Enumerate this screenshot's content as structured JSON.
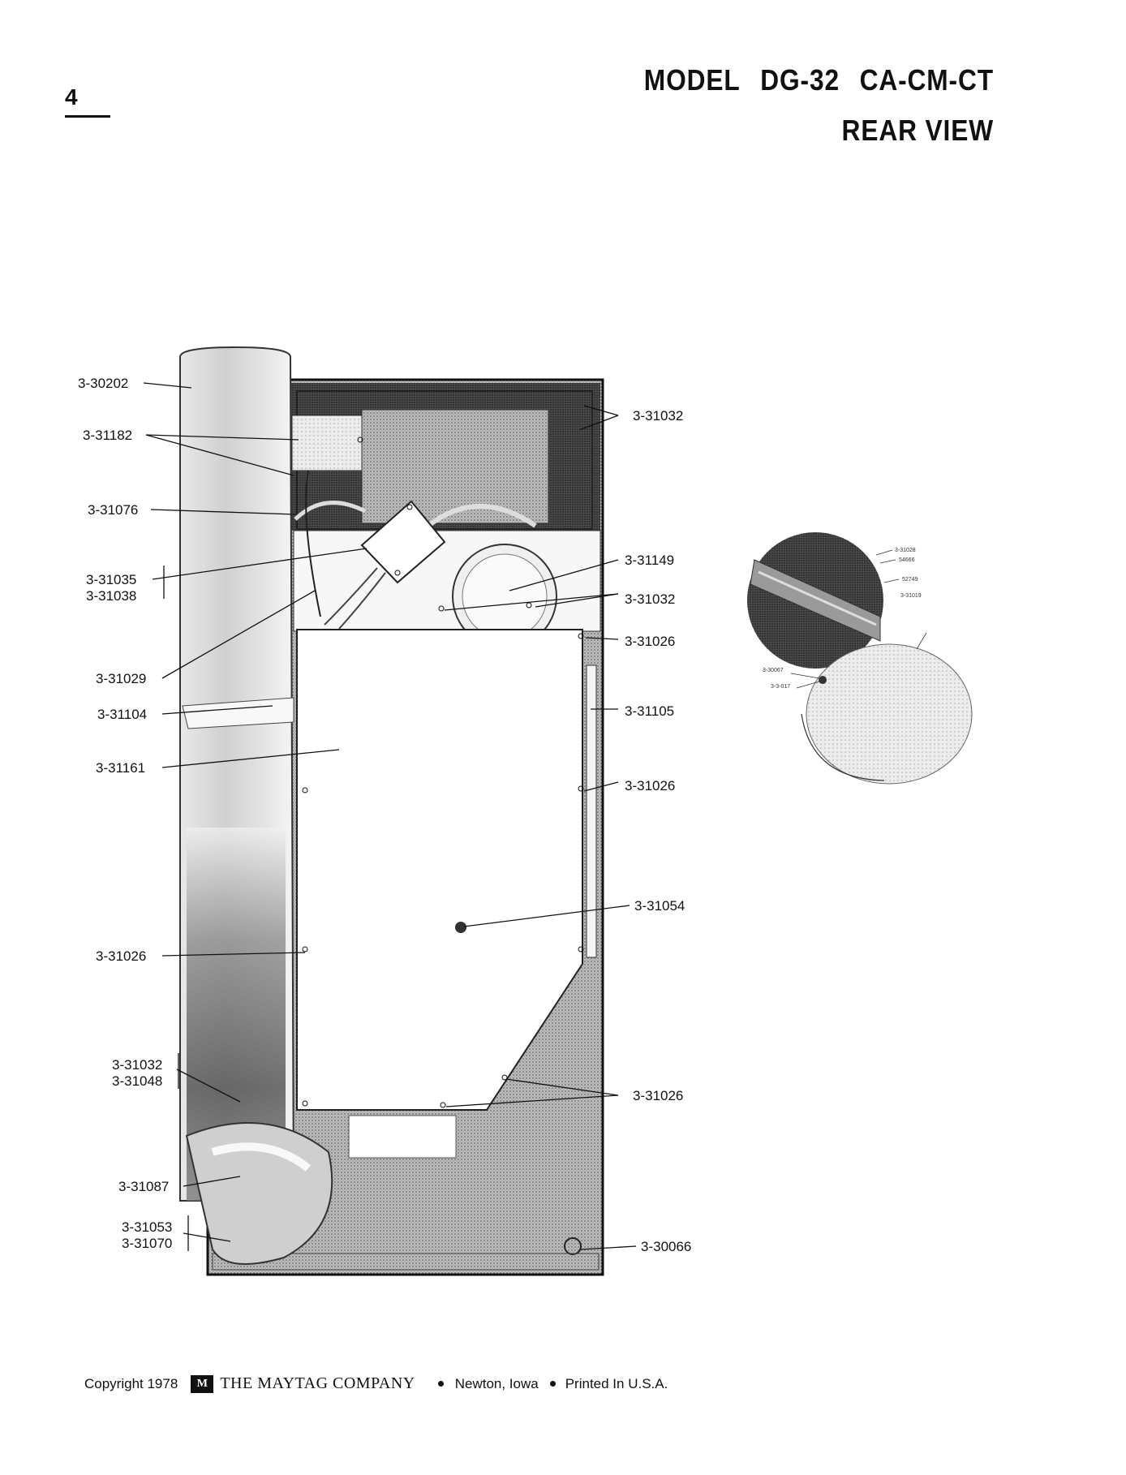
{
  "page_number": "4",
  "title": {
    "line1a": "MODEL",
    "line1b": "DG-32",
    "line1c": "CA-CM-CT",
    "line2": "REAR VIEW"
  },
  "labels": {
    "l30202": "3-30202",
    "l31182": "3-31182",
    "l31076": "3-31076",
    "l31035": "3-31035",
    "l31038": "3-31038",
    "l31029": "3-31029",
    "l31104": "3-31104",
    "l31161": "3-31161",
    "l31026a": "3-31026",
    "l31032b": "3-31032",
    "l31048": "3-31048",
    "l31087": "3-31087",
    "l31053": "3-31053",
    "l31070": "3-31070",
    "r31032a": "3-31032",
    "r31149": "3-31149",
    "r31032c": "3-31032",
    "r31026a": "3-31026",
    "r31105": "3-31105",
    "r31026b": "3-31026",
    "r31054": "3-31054",
    "r31026c": "3-31026",
    "r30066": "3-30066"
  },
  "inset_labels": {
    "i1": "3-31028",
    "i2": "54666",
    "i3": "52749",
    "i4": "3-31019",
    "i5": "3-30067",
    "i6": "3-3-017"
  },
  "footer": {
    "copyright": "Copyright 1978",
    "logo_text": "M",
    "company": "THE MAYTAG COMPANY",
    "city": "Newton, Iowa",
    "printed": "Printed In U.S.A."
  }
}
